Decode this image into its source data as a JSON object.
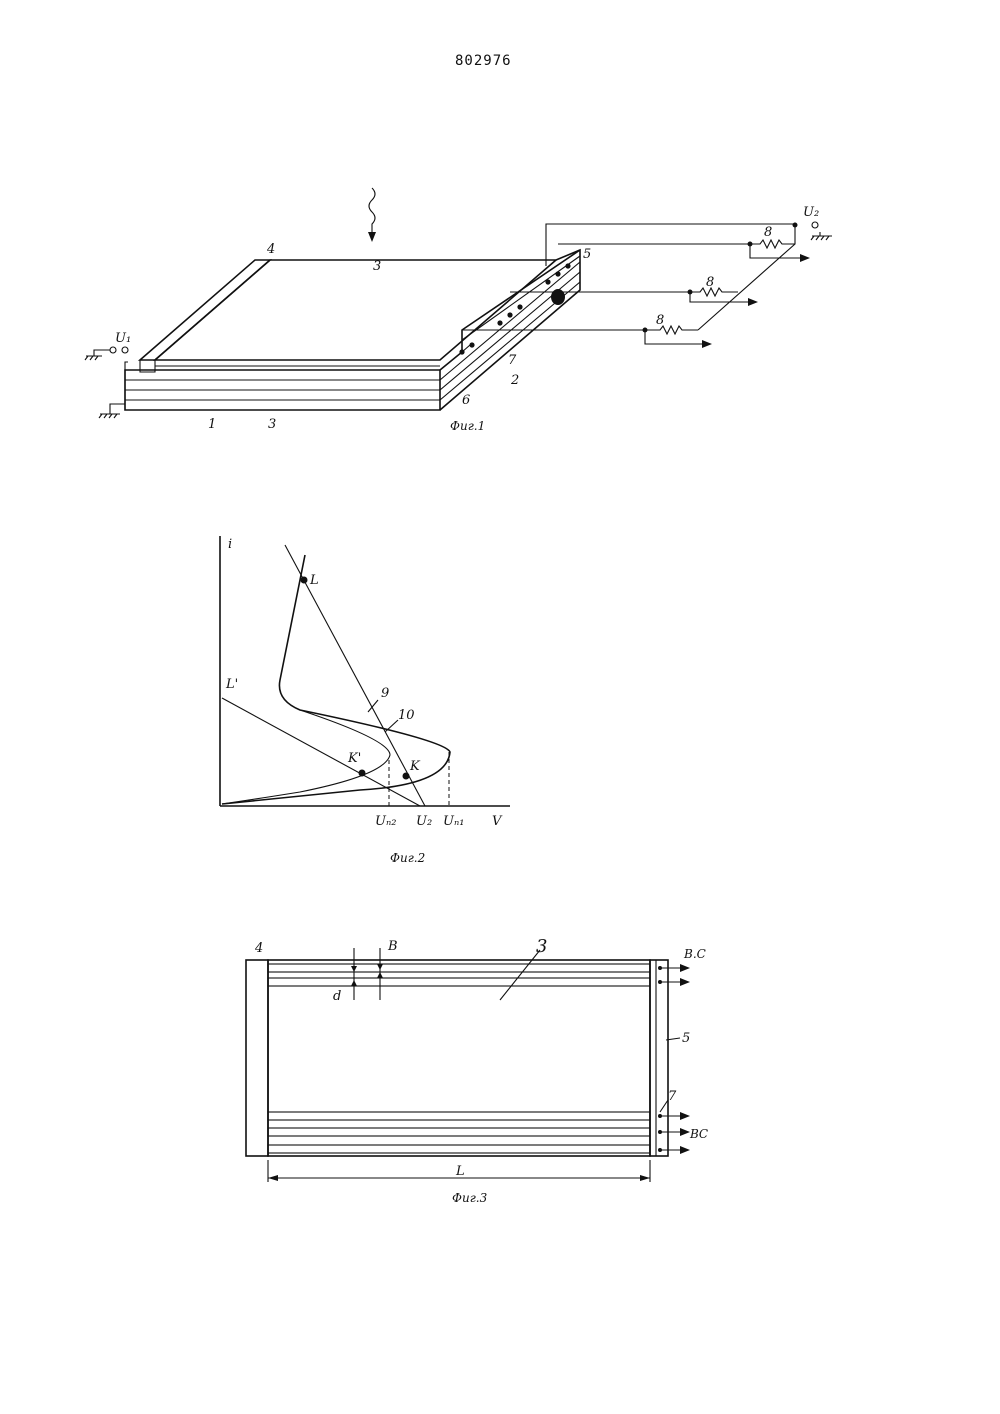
{
  "patent_number": "802976",
  "figure1": {
    "caption": "Фиг.1",
    "labels": {
      "u1": "U₁",
      "u2": "U₂",
      "n1": "1",
      "n2": "2",
      "n3_top": "3",
      "n3_bottom": "3",
      "n4": "4",
      "n5": "5",
      "n6": "6",
      "n7": "7",
      "n8a": "8",
      "n8b": "8",
      "n8c": "8"
    }
  },
  "figure2": {
    "caption": "Фиг.2",
    "labels": {
      "i_axis": "i",
      "v_axis": "V",
      "L": "L",
      "L_prime": "L'",
      "K": "K",
      "K_prime": "K'",
      "curve9": "9",
      "curve10": "10",
      "un2": "Uₙ₂",
      "u2": "U₂",
      "un1": "Uₙ₁"
    }
  },
  "figure3": {
    "caption": "Фиг.3",
    "labels": {
      "n4": "4",
      "n3": "3",
      "n5": "5",
      "n7": "7",
      "b": "B",
      "d": "d",
      "L": "L",
      "vs_top": "В.С",
      "vs_bottom": "ВС"
    }
  }
}
